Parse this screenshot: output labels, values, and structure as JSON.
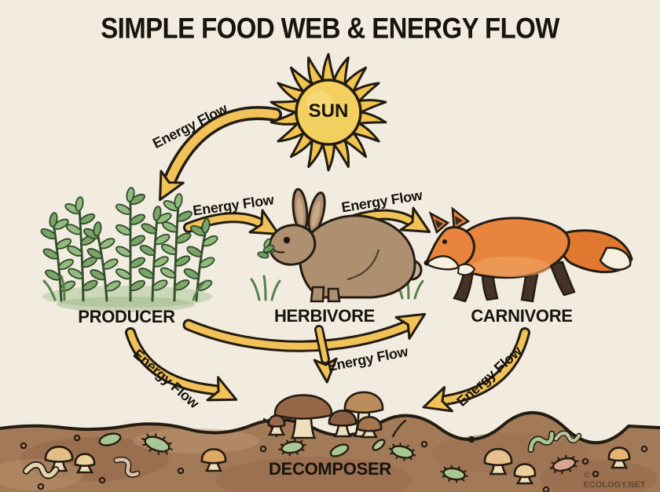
{
  "title": "SIMPLE FOOD WEB & ENERGY FLOW",
  "watermark": "© ECOLOGY.NET",
  "nodes": {
    "sun": {
      "label": "SUN",
      "depicts": "sun with flame rays"
    },
    "producer": {
      "label": "PRODUCER",
      "depicts": "green leafy plants"
    },
    "herbivore": {
      "label": "HERBIVORE",
      "depicts": "brown rabbit eating grass"
    },
    "carnivore": {
      "label": "CARNIVORE",
      "depicts": "red fox walking left"
    },
    "decomposer": {
      "label": "DECOMPOSER",
      "depicts": "mushrooms, bacteria and worms in soil"
    }
  },
  "arrows": {
    "sun_to_producer": {
      "label": "Energy Flow"
    },
    "producer_to_herbivore": {
      "label": "Energy Flow"
    },
    "herbivore_to_carnivore": {
      "label": "Energy Flow"
    },
    "producer_to_carnivore": {
      "label": "Energy Flow"
    },
    "herbivore_to_decomposer": {
      "label": ""
    },
    "producer_to_decomposer": {
      "label": "Energy Flow"
    },
    "carnivore_to_decomposer": {
      "label": "Energy Flow"
    }
  },
  "colors": {
    "background": "#f1ecdf",
    "outline": "#221b12",
    "arrow_gold": "#f1c257",
    "sun_yellow": "#f2cf5e",
    "plant_green": "#7ca468",
    "rabbit_brown": "#ae8f70",
    "fox_orange": "#e8843d",
    "soil_brown": "#a37a58",
    "bacteria_green": "#a9c795"
  }
}
